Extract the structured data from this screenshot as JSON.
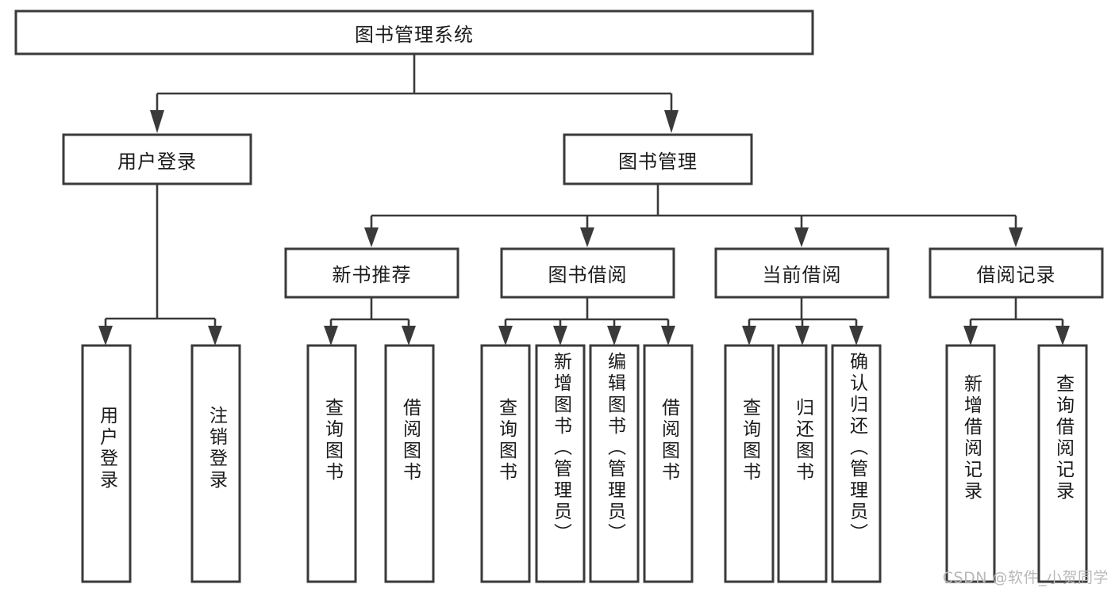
{
  "diagram": {
    "type": "tree",
    "title": "图书管理系统",
    "watermark": "CSDN @软件_小贺同学",
    "colors": {
      "box_stroke": "#3a3a3a",
      "box_fill": "#ffffff",
      "connector": "#3a3a3a",
      "text": "#1b1b1b",
      "watermark": "#b9b9b9",
      "background": "#ffffff"
    },
    "root": {
      "label": "图书管理系统"
    },
    "level1": [
      {
        "label": "用户登录"
      },
      {
        "label": "图书管理"
      }
    ],
    "level2": [
      {
        "label": "新书推荐"
      },
      {
        "label": "图书借阅"
      },
      {
        "label": "当前借阅"
      },
      {
        "label": "借阅记录"
      }
    ],
    "leaves": {
      "user_login": [
        {
          "label": "用户登录"
        },
        {
          "label": "注销登录"
        }
      ],
      "new_book_recommend": [
        {
          "label": "查询图书"
        },
        {
          "label": "借阅图书"
        }
      ],
      "book_borrow": [
        {
          "label": "查询图书"
        },
        {
          "label": "新增图书（管理员）"
        },
        {
          "label": "编辑图书（管理员）"
        },
        {
          "label": "借阅图书"
        }
      ],
      "current_borrow": [
        {
          "label": "查询图书"
        },
        {
          "label": "归还图书"
        },
        {
          "label": "确认归还（管理员）"
        }
      ],
      "borrow_record": [
        {
          "label": "新增借阅记录"
        },
        {
          "label": "查询借阅记录"
        }
      ]
    }
  }
}
